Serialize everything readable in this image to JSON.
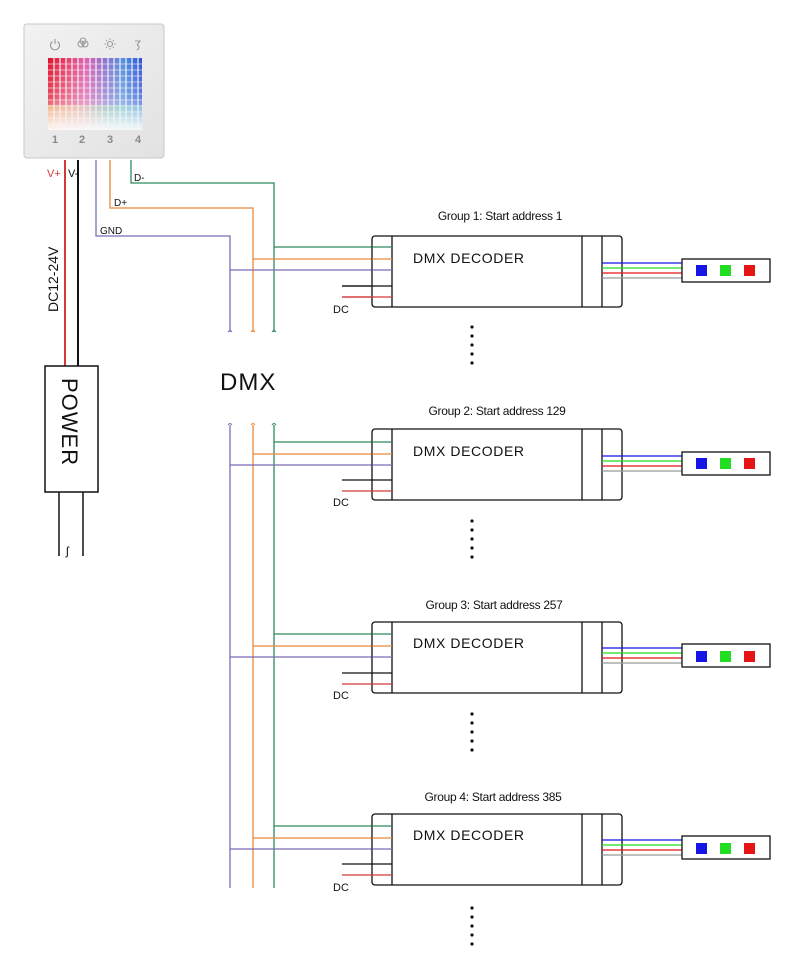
{
  "panel": {
    "buttons": [
      {
        "number": "1",
        "icon": "power-icon"
      },
      {
        "number": "2",
        "icon": "color-wheel-icon"
      },
      {
        "number": "3",
        "icon": "brightness-icon"
      },
      {
        "number": "4",
        "icon": "mode-icon"
      }
    ]
  },
  "wires": {
    "v_plus": "V+",
    "v_minus": "V-",
    "d_minus": "D-",
    "d_plus": "D+",
    "gnd": "GND",
    "supply": "DC12-24V"
  },
  "power_label": "POWER",
  "bus_label": "DMX",
  "groups": [
    {
      "title": "Group 1: Start address 1",
      "decoder": "DMX DECODER",
      "dc": "DC"
    },
    {
      "title": "Group 2: Start address 129",
      "decoder": "DMX DECODER",
      "dc": "DC"
    },
    {
      "title": "Group 3: Start address 257",
      "decoder": "DMX DECODER",
      "dc": "DC"
    },
    {
      "title": "Group 4: Start address 385",
      "decoder": "DMX DECODER",
      "dc": "DC"
    }
  ],
  "colors": {
    "d_minus": "#2e8b5e",
    "d_plus": "#e8893a",
    "gnd": "#7d6bb8",
    "v_plus": "#d23a3a",
    "v_minus": "#111111",
    "led_blue": "#1515e6",
    "led_green": "#22dd22",
    "led_red": "#e61515"
  }
}
